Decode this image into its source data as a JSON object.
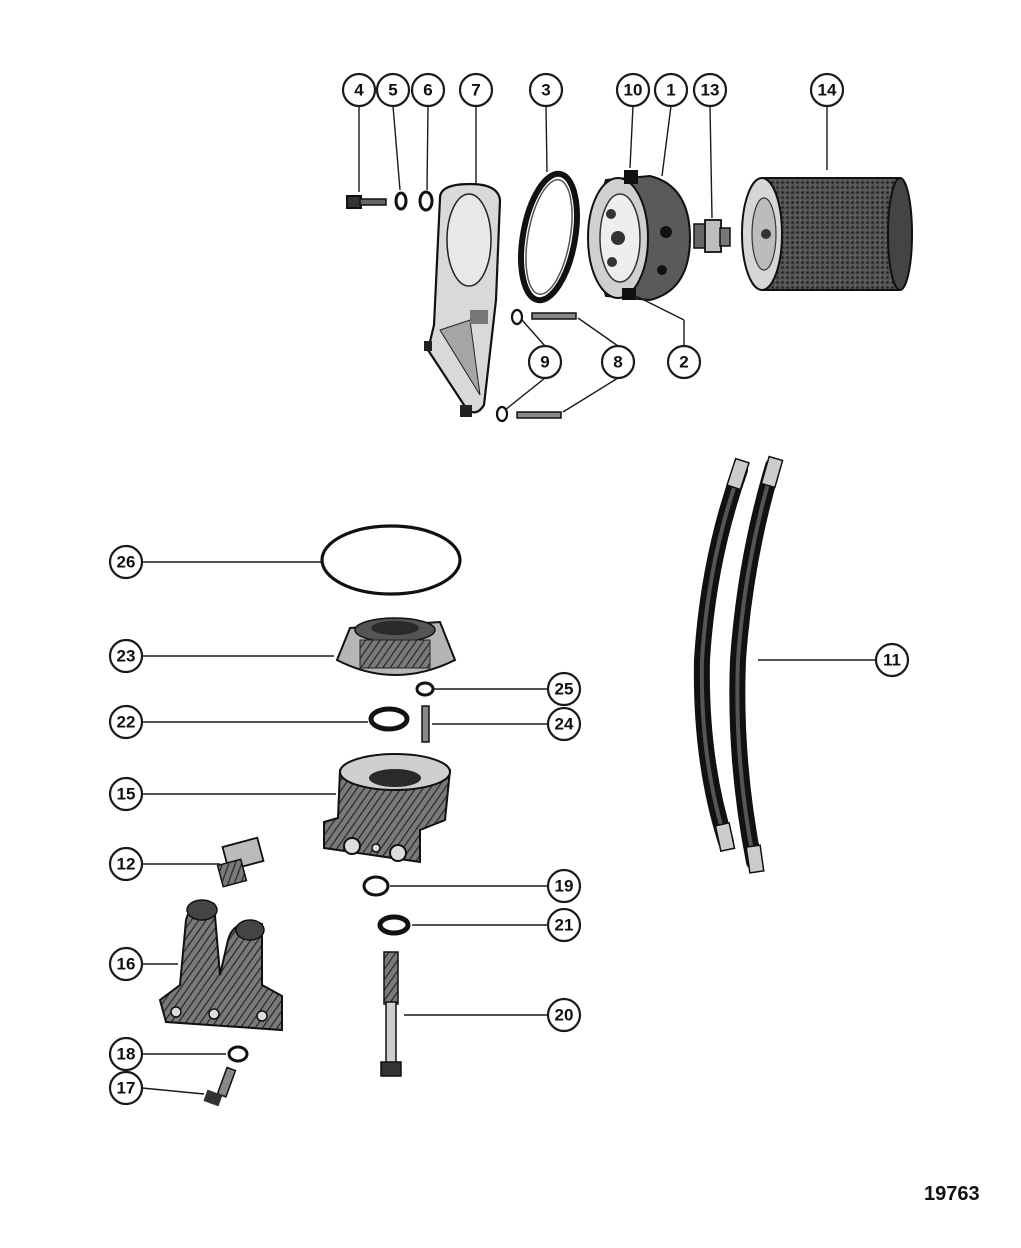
{
  "figure_number": "19763",
  "colors": {
    "ink": "#111111",
    "paper": "#ffffff",
    "shade": "#6f6f6f",
    "light": "#c9c9c9"
  },
  "callouts": [
    "1",
    "2",
    "3",
    "4",
    "5",
    "6",
    "7",
    "8",
    "8",
    "9",
    "9",
    "10",
    "11",
    "12",
    "13",
    "14",
    "15",
    "16",
    "17",
    "18",
    "19",
    "20",
    "21",
    "22",
    "23",
    "24",
    "25",
    "26"
  ]
}
